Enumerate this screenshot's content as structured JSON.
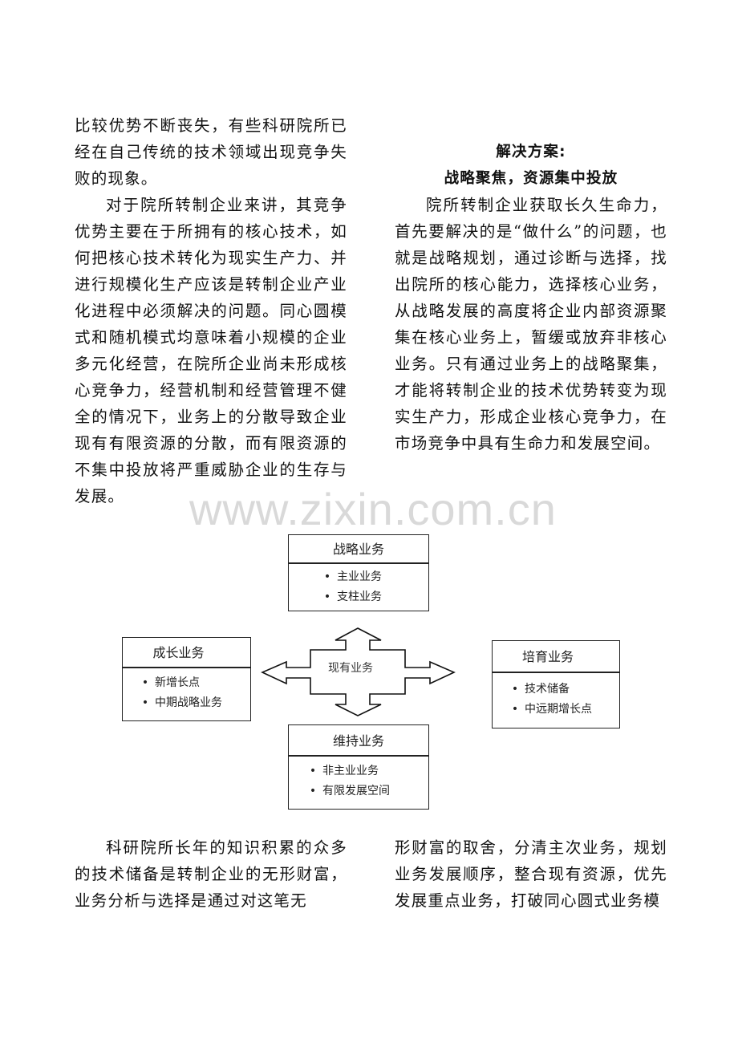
{
  "left_column_top": {
    "paragraphs": [
      "比较优势不断丧失，有些科研院所已经在自己传统的技术领域出现竞争失败的现象。",
      "对于院所转制企业来讲，其竞争优势主要在于所拥有的核心技术，如何把核心技术转化为现实生产力、并进行规模化生产应该是转制企业产业化进程中必须解决的问题。同心圆模式和随机模式均意味着小规模的企业多元化经营，在院所企业尚未形成核心竞争力，经营机制和经营管理不健全的情况下，业务上的分散导致企业现有有限资源的分散，而有限资源的不集中投放将严重威胁企业的生存与发展。"
    ]
  },
  "right_column_top": {
    "heading_line1": "解决方案:",
    "heading_line2": "战略聚焦，资源集中投放",
    "paragraphs": [
      "院所转制企业获取长久生命力，首先要解决的是“做什么”的问题，也就是战略规划，通过诊断与选择，找出院所的核心能力，选择核心业务，从战略发展的高度将企业内部资源聚集在核心业务上，暂缓或放弃非核心业务。只有通过业务上的战略聚集，才能将转制企业的技术优势转变为现实生产力，形成企业核心竞争力，在市场竞争中具有生命力和发展空间。"
    ]
  },
  "watermark": "www.zixin.com.cn",
  "diagram": {
    "center_label": "现有业务",
    "boxes": {
      "strategic": {
        "title": "战略业务",
        "items": [
          "主业业务",
          "支柱业务"
        ]
      },
      "growth": {
        "title": "成长业务",
        "items": [
          "新增长点",
          "中期战略业务"
        ]
      },
      "incubate": {
        "title": "培育业务",
        "items": [
          "技术储备",
          "中远期增长点"
        ]
      },
      "maintain": {
        "title": "维持业务",
        "items": [
          "非主业业务",
          "有限发展空间"
        ]
      }
    }
  },
  "left_column_bottom": {
    "paragraphs": [
      "科研院所长年的知识积累的众多的技术储备是转制企业的无形财富，业务分析与选择是通过对这笔无"
    ]
  },
  "right_column_bottom": {
    "paragraphs": [
      "形财富的取舍，分清主次业务，规划业务发展顺序，整合现有资源，优先发展重点业务，打破同心圆式业务模"
    ]
  }
}
